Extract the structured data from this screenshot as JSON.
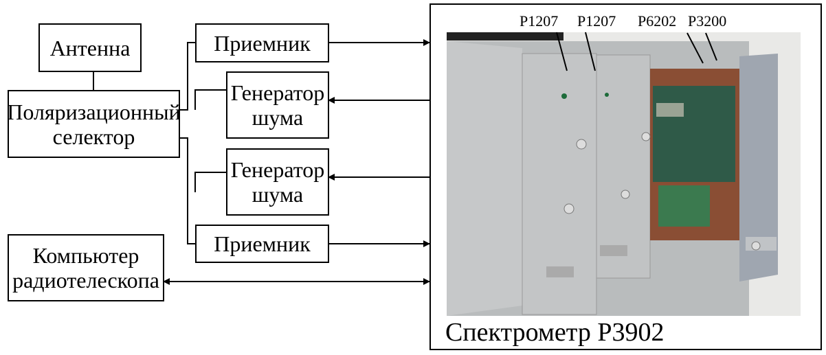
{
  "blocks": {
    "antenna": "Антенна",
    "selector": [
      "Поляризационный",
      "селектор"
    ],
    "receiver_1": "Приемник",
    "noise_gen_1": [
      "Генератор",
      "шума"
    ],
    "noise_gen_2": [
      "Генератор",
      "шума"
    ],
    "receiver_2": "Приемник",
    "computer": [
      "Компьютер",
      "радиотелескопа"
    ]
  },
  "spectrometer": {
    "title": "Спектрометр Р3902",
    "module_labels": [
      "Р1207",
      "Р1207",
      "Р6202",
      "Р3200"
    ]
  }
}
